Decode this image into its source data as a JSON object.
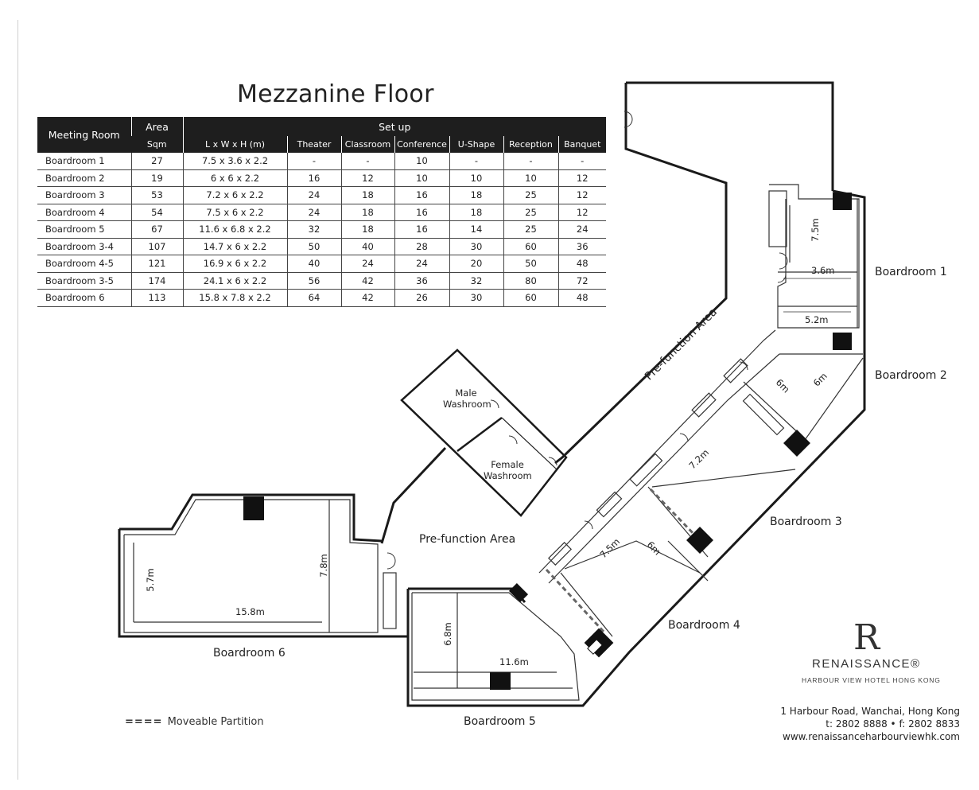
{
  "title": "Mezzanine Floor",
  "table": {
    "header_meeting_room": "Meeting Room",
    "header_area": "Area",
    "header_setup": "Set up",
    "subheaders": [
      "Sqm",
      "L x W x H (m)",
      "Theater",
      "Classroom",
      "Conference",
      "U-Shape",
      "Reception",
      "Banquet"
    ],
    "rows": [
      [
        "Boardroom 1",
        "27",
        "7.5 x 3.6 x 2.2",
        "-",
        "-",
        "10",
        "-",
        "-",
        "-"
      ],
      [
        "Boardroom 2",
        "19",
        "6 x 6  x 2.2",
        "16",
        "12",
        "10",
        "10",
        "10",
        "12"
      ],
      [
        "Boardroom 3",
        "53",
        "7.2 x 6 x 2.2",
        "24",
        "18",
        "16",
        "18",
        "25",
        "12"
      ],
      [
        "Boardroom 4",
        "54",
        "7.5 x 6 x 2.2",
        "24",
        "18",
        "16",
        "18",
        "25",
        "12"
      ],
      [
        "Boardroom 5",
        "67",
        "11.6 x 6.8 x 2.2",
        "32",
        "18",
        "16",
        "14",
        "25",
        "24"
      ],
      [
        "Boardroom 3-4",
        "107",
        "14.7 x 6 x 2.2",
        "50",
        "40",
        "28",
        "30",
        "60",
        "36"
      ],
      [
        "Boardroom 4-5",
        "121",
        "16.9 x 6 x 2.2",
        "40",
        "24",
        "24",
        "20",
        "50",
        "48"
      ],
      [
        "Boardroom 3-5",
        "174",
        "24.1 x 6 x 2.2",
        "56",
        "42",
        "36",
        "32",
        "80",
        "72"
      ],
      [
        "Boardroom 6",
        "113",
        "15.8 x 7.8 x 2.2",
        "64",
        "42",
        "26",
        "30",
        "60",
        "48"
      ]
    ]
  },
  "rooms": {
    "boardroom1": "Boardroom 1",
    "boardroom2": "Boardroom 2",
    "boardroom3": "Boardroom 3",
    "boardroom4": "Boardroom 4",
    "boardroom5": "Boardroom 5",
    "boardroom6": "Boardroom 6",
    "prefunction_upper": "Pre-function Area",
    "prefunction_lower": "Pre-function Area",
    "male_washroom_l1": "Male",
    "male_washroom_l2": "Washroom",
    "female_washroom_l1": "Female",
    "female_washroom_l2": "Washroom"
  },
  "dimensions": {
    "b1_length": "7.5m",
    "b1_width": "3.6m",
    "b1_width2": "5.2m",
    "b2_a": "6m",
    "b2_b": "6m",
    "b3_length": "7.2m",
    "b4_length": "7.5m",
    "b4_width": "6m",
    "b5_height": "6.8m",
    "b5_length": "11.6m",
    "b6_width": "5.7m",
    "b6_height": "7.8m",
    "b6_length": "15.8m"
  },
  "legend": {
    "symbol": "====",
    "label": "Moveable Partition"
  },
  "brand": {
    "logo_letter": "R",
    "name": "RENAISSANCE®",
    "subtitle": "HARBOUR VIEW HOTEL HONG KONG",
    "address": "1 Harbour Road, Wanchai, Hong Kong",
    "phone": "t: 2802 8888  •  f: 2802 8833",
    "website": "www.renaissanceharbourviewhk.com"
  }
}
